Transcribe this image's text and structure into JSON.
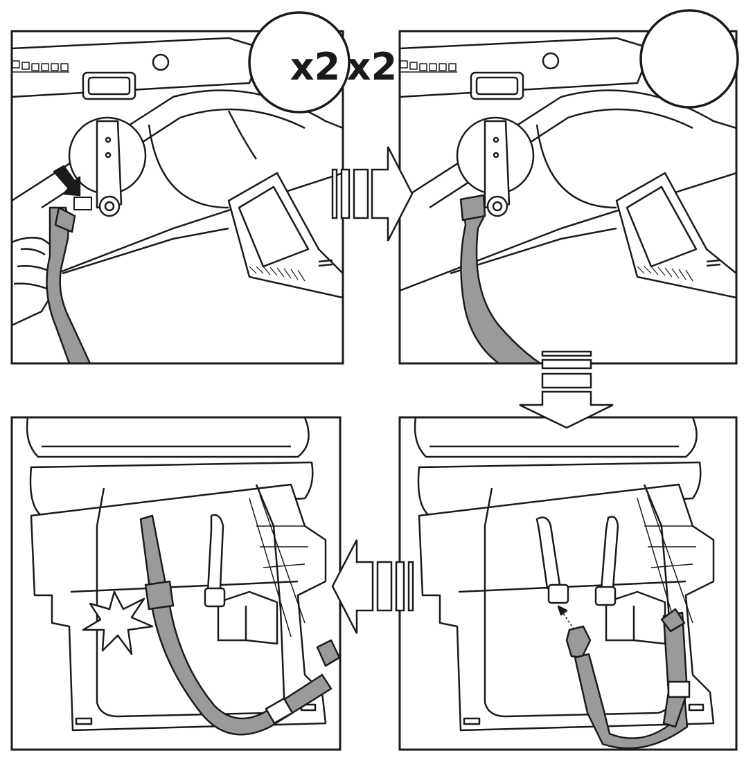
{
  "badges": {
    "top_left": "x2",
    "top_right": "x2"
  },
  "colors": {
    "line": "#1a1a1a",
    "strap": "#9a9a9a",
    "background": "#ffffff"
  },
  "icons": {
    "step_arrows": "hollow-block-arrow",
    "pointer": "black-arrow",
    "click": "burst"
  }
}
